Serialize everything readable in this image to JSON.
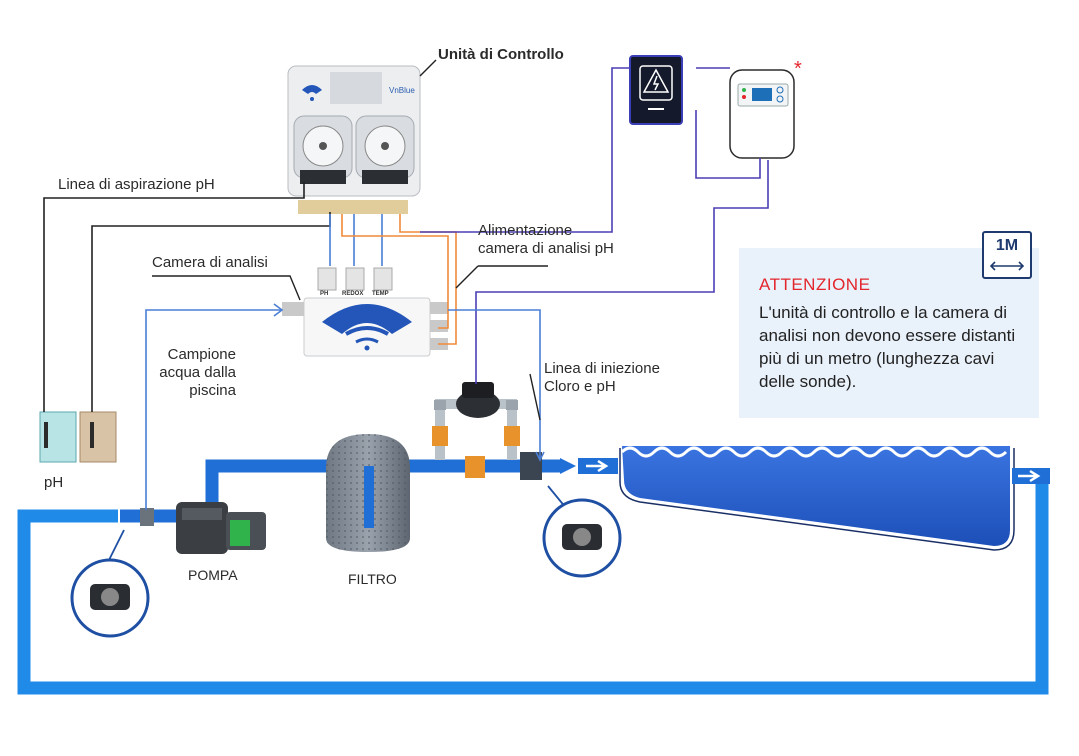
{
  "labels": {
    "control_unit": "Unità di Controllo",
    "ph_suction_line": "Linea di aspirazione pH",
    "analysis_chamber": "Camera di analisi",
    "chamber_power_line1": "Alimentazione",
    "chamber_power_line2": "camera di analisi pH",
    "sample_line1": "Campione",
    "sample_line2": "acqua dalla",
    "sample_line3": "piscina",
    "injection_line1": "Linea di iniezione",
    "injection_line2": "Cloro e pH",
    "ph": "pH",
    "pump": "POMPA",
    "filter": "FILTRO"
  },
  "probe_labels": [
    "PH",
    "REDOX",
    "TEMP"
  ],
  "brand_label": "VnBlue",
  "warning": {
    "title": "ATTENZIONE",
    "text": "L'unità di controllo e la camera di analisi non devono essere distanti più di un metro (lunghezza cavi delle sonde).",
    "scale_label": "1M"
  },
  "asterisk": "*",
  "colors": {
    "pipe_blue": "#1f6fd6",
    "pool_blue": "#2a62d4",
    "cable_purple": "#4b3fb5",
    "cable_orange": "#f08a3a",
    "cable_blue": "#4a7fd6",
    "warning_red": "#e3262c",
    "note_bg": "#e9f1fa",
    "outline_navy": "#1e3a6e"
  }
}
